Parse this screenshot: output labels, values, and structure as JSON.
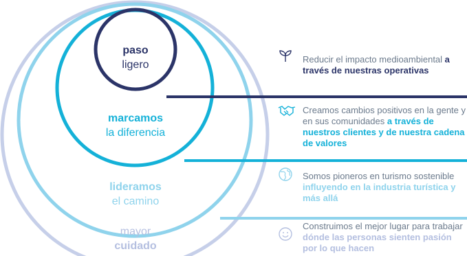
{
  "colors": {
    "navy": "#2b3468",
    "cyan": "#14b1d8",
    "light_blue": "#8fd3ec",
    "pale_blue": "#b4bfe0",
    "gray_text": "#6b7a8c"
  },
  "circles": [
    {
      "bold": "paso",
      "light": "ligero"
    },
    {
      "bold": "marcamos",
      "light": "la diferencia"
    },
    {
      "bold": "lideramos",
      "light": "el camino"
    },
    {
      "light": "mayor",
      "bold": "cuidado"
    }
  ],
  "items": [
    {
      "icon": "sprout-icon",
      "text_a": "Reducir el impacto medioambiental ",
      "highlight": "a través de nuestras operativas",
      "text_b": ""
    },
    {
      "icon": "handshake-icon",
      "text_a": "Creamos cambios positivos en la gente y en sus comunidades ",
      "highlight": "a través de nuestros clientes y de nuestra cadena de valores",
      "text_b": ""
    },
    {
      "icon": "globe-icon",
      "text_a": "Somos pioneros en turismo sostenible ",
      "highlight": "influyendo en la industria turística y más allá",
      "text_b": ""
    },
    {
      "icon": "smiley-icon",
      "text_a": "Construimos el mejor lugar para trabajar ",
      "highlight": "dónde las personas sienten pasión por lo que hacen",
      "text_b": ""
    }
  ]
}
